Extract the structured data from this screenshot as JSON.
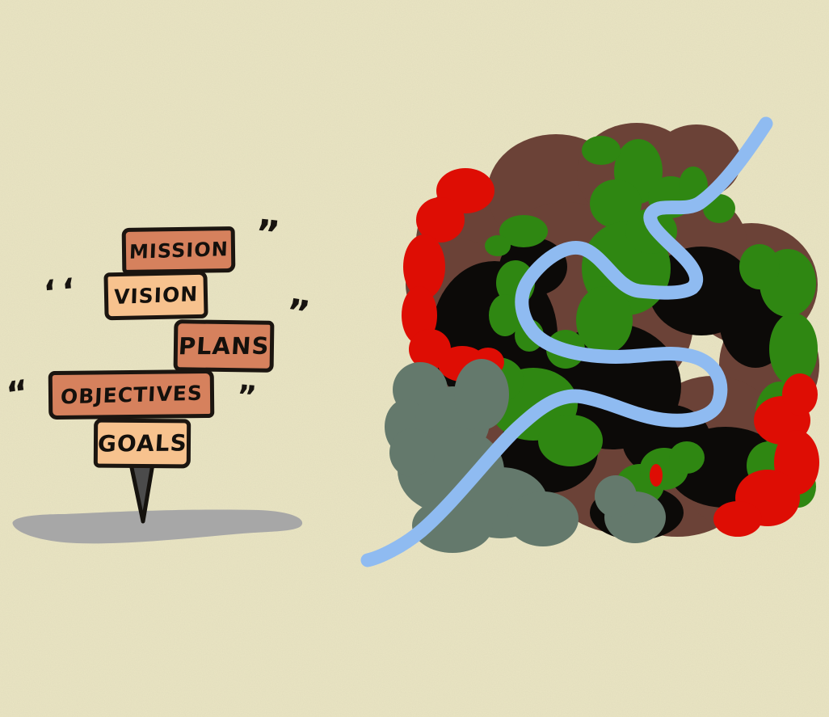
{
  "signpost": {
    "bricks": [
      {
        "label": "MISSION",
        "tone": "salmon"
      },
      {
        "label": "VISION",
        "tone": "peach"
      },
      {
        "label": "PLANS",
        "tone": "salmon"
      },
      {
        "label": "OBJECTIVES",
        "tone": "salmon"
      },
      {
        "label": "GOALS",
        "tone": "peach"
      }
    ],
    "quote_marks": [
      "”",
      "‘‘",
      "”",
      "“",
      "”"
    ]
  },
  "colors": {
    "background": "#eae5c3",
    "brick_salmon": "#d6815d",
    "brick_peach": "#f7c28e",
    "outline_black": "#1b1510",
    "spike_gray": "#4b4b4b",
    "shadow_gray": "#a7a7a7",
    "scribble_brown": "#6b4237",
    "scribble_black": "#0c0a08",
    "scribble_green": "#2f8712",
    "scribble_red": "#de0d04",
    "scribble_sage": "#64796c",
    "squiggle_blue": "#8fbbf1"
  }
}
